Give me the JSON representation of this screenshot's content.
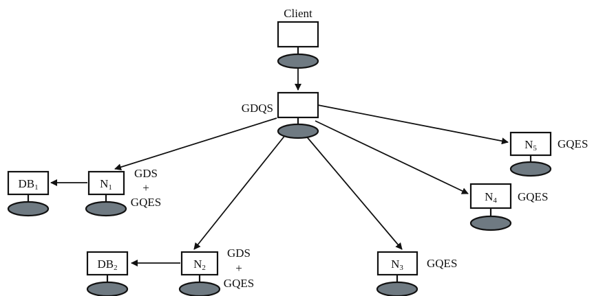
{
  "colors": {
    "stroke": "#111111",
    "disk_fill": "#6f7a82",
    "background": "#ffffff"
  },
  "nodes": {
    "client": {
      "label": "Client"
    },
    "gdqs": {
      "label": "GDQS"
    },
    "n1": {
      "base": "N",
      "sub": "1",
      "line1": "GDS",
      "line2": "+",
      "line3": "GQES"
    },
    "n2": {
      "base": "N",
      "sub": "2",
      "line1": "GDS",
      "line2": "+",
      "line3": "GQES"
    },
    "n3": {
      "base": "N",
      "sub": "3",
      "side": "GQES"
    },
    "n4": {
      "base": "N",
      "sub": "4",
      "side": "GQES"
    },
    "n5": {
      "base": "N",
      "sub": "5",
      "side": "GQES"
    },
    "db1": {
      "base": "DB",
      "sub": "1"
    },
    "db2": {
      "base": "DB",
      "sub": "2"
    }
  },
  "edges": [
    {
      "from": "client",
      "to": "gdqs"
    },
    {
      "from": "gdqs",
      "to": "n1"
    },
    {
      "from": "gdqs",
      "to": "n2"
    },
    {
      "from": "gdqs",
      "to": "n3"
    },
    {
      "from": "gdqs",
      "to": "n4"
    },
    {
      "from": "gdqs",
      "to": "n5"
    },
    {
      "from": "n1",
      "to": "db1"
    },
    {
      "from": "n2",
      "to": "db2"
    }
  ]
}
